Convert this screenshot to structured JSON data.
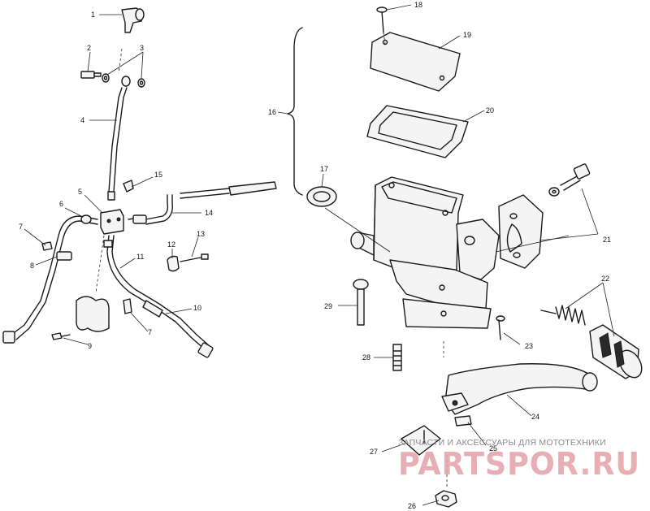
{
  "callouts": [
    {
      "id": "c1",
      "label": "1"
    },
    {
      "id": "c2",
      "label": "2"
    },
    {
      "id": "c3",
      "label": "3"
    },
    {
      "id": "c4",
      "label": "4"
    },
    {
      "id": "c5",
      "label": "5"
    },
    {
      "id": "c6",
      "label": "6"
    },
    {
      "id": "c7a",
      "label": "7"
    },
    {
      "id": "c7b",
      "label": "7"
    },
    {
      "id": "c8",
      "label": "8"
    },
    {
      "id": "c9",
      "label": "9"
    },
    {
      "id": "c10",
      "label": "10"
    },
    {
      "id": "c11",
      "label": "11"
    },
    {
      "id": "c12",
      "label": "12"
    },
    {
      "id": "c13",
      "label": "13"
    },
    {
      "id": "c14",
      "label": "14"
    },
    {
      "id": "c15",
      "label": "15"
    },
    {
      "id": "c16",
      "label": "16"
    },
    {
      "id": "c17",
      "label": "17"
    },
    {
      "id": "c18",
      "label": "18"
    },
    {
      "id": "c19",
      "label": "19"
    },
    {
      "id": "c20",
      "label": "20"
    },
    {
      "id": "c21",
      "label": "21"
    },
    {
      "id": "c22",
      "label": "22"
    },
    {
      "id": "c23",
      "label": "23"
    },
    {
      "id": "c24",
      "label": "24"
    },
    {
      "id": "c25",
      "label": "25"
    },
    {
      "id": "c26",
      "label": "26"
    },
    {
      "id": "c27",
      "label": "27"
    },
    {
      "id": "c28",
      "label": "28"
    },
    {
      "id": "c29",
      "label": "29"
    }
  ],
  "watermark": {
    "tagline": "ЗАПЧАСТИ И АКСЕССУАРЫ ДЛЯ МОТОТЕХНИКИ",
    "brand": "PARTSPOR.RU"
  }
}
